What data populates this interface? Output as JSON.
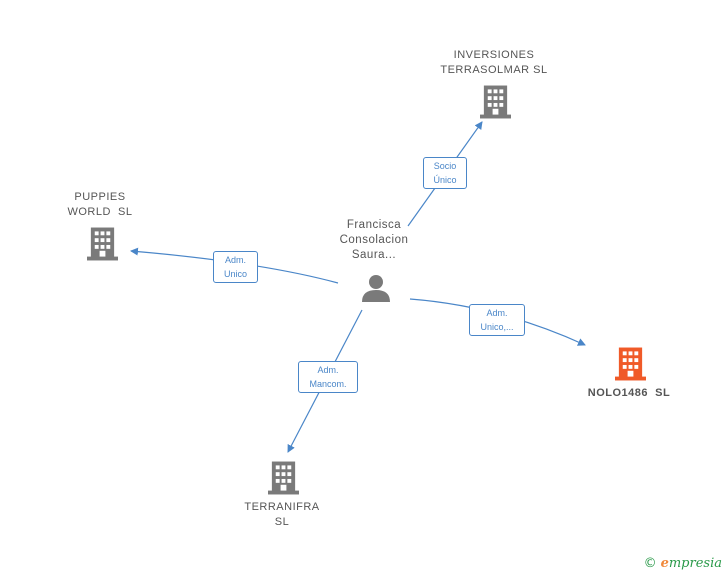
{
  "center": {
    "lines": [
      "Francisca",
      "Consolacion",
      "Saura..."
    ]
  },
  "companies": [
    {
      "id": "inversiones",
      "lines": [
        "INVERSIONES",
        "TERRASOLMAR SL"
      ],
      "highlight": false
    },
    {
      "id": "puppies",
      "lines": [
        "PUPPIES",
        "WORLD  SL"
      ],
      "highlight": false
    },
    {
      "id": "nolo",
      "lines": [
        "NOLO1486  SL"
      ],
      "highlight": true
    },
    {
      "id": "terranifra",
      "lines": [
        "TERRANIFRA",
        "SL"
      ],
      "highlight": false
    }
  ],
  "edges": [
    {
      "to": "inversiones",
      "lines": [
        "Socio",
        "Único"
      ]
    },
    {
      "to": "puppies",
      "lines": [
        "Adm.",
        "Unico"
      ]
    },
    {
      "to": "nolo",
      "lines": [
        "Adm.",
        "Unico,..."
      ]
    },
    {
      "to": "terranifra",
      "lines": [
        "Adm.",
        "Mancom."
      ]
    }
  ],
  "colors": {
    "edge": "#4a86c8",
    "building": "#7a7a7a",
    "building_highlight": "#f05a28",
    "person": "#7a7a7a"
  },
  "footer": {
    "copyright": "©",
    "brand_initial": "e",
    "brand_rest": "mpresia"
  }
}
